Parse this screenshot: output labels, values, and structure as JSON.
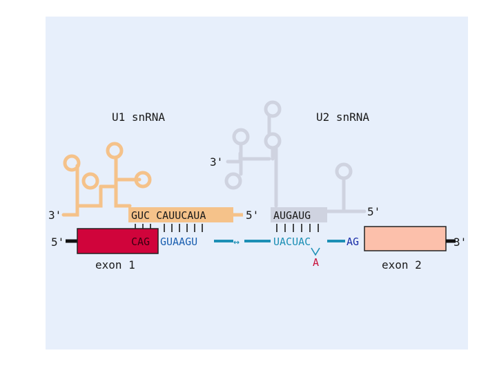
{
  "colors": {
    "panel": "#e7effb",
    "u1": "#f5c28a",
    "u2": "#cfd3e0",
    "exon1": "#d0043b",
    "exon2": "#fcc0ab",
    "intron": "#1c8fb5",
    "intron_seq": "#1b5fb0",
    "ag": "#1a2ea8",
    "branch_a": "#c8103a",
    "text": "#1a1a1a"
  },
  "labels": {
    "u1_snrna": "U1 snRNA",
    "u2_snrna": "U2 snRNA",
    "u1_three_prime": "3'",
    "u1_five_prime": "5'",
    "u2_three_prime": "3'",
    "u2_five_prime": "5'",
    "mrna_five_prime": "5'",
    "mrna_three_prime": "3'",
    "exon1": "exon 1",
    "exon2": "exon 2"
  },
  "sequences": {
    "u1_seq": "GUC CAUUCAUA",
    "u2_seq": "AUGAUG",
    "exon1_end": "CAG",
    "donor_site": "GUAAGU",
    "gap_mark": "↔",
    "branch_site": "UACUAC",
    "branch_a": "A",
    "acceptor": "AG"
  },
  "icons": {
    "u1_structure": "stem-loop-icon",
    "u2_structure": "stem-loop-icon"
  }
}
